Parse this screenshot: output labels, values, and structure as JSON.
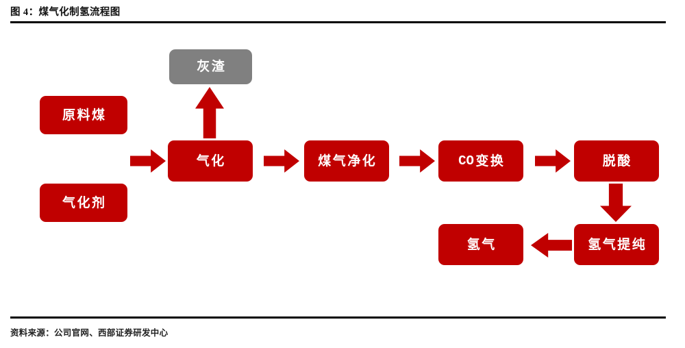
{
  "figure": {
    "title": "图 4：煤气化制氢流程图",
    "source": "资料来源：公司官网、西部证券研发中心"
  },
  "colors": {
    "process": "#C00000",
    "byproduct": "#808080",
    "rule": "#000000",
    "node_text": "#FFFFFF"
  },
  "diagram": {
    "type": "process-flow",
    "nodes": [
      {
        "id": "raw-coal",
        "label": "原料煤",
        "role": "input",
        "color": "#C00000"
      },
      {
        "id": "gasifier",
        "label": "气化剂",
        "role": "input",
        "color": "#C00000"
      },
      {
        "id": "gasify",
        "label": "气化",
        "role": "process",
        "color": "#C00000"
      },
      {
        "id": "ash",
        "label": "灰渣",
        "role": "byproduct",
        "color": "#808080"
      },
      {
        "id": "purify",
        "label": "煤气净化",
        "role": "process",
        "color": "#C00000"
      },
      {
        "id": "co-shift",
        "label": "CO变换",
        "role": "process",
        "color": "#C00000",
        "lead": "CO",
        "rest": "变换"
      },
      {
        "id": "deacid",
        "label": "脱酸",
        "role": "process",
        "color": "#C00000"
      },
      {
        "id": "h2-purify",
        "label": "氢气提纯",
        "role": "process",
        "color": "#C00000"
      },
      {
        "id": "hydrogen",
        "label": "氢气",
        "role": "output",
        "color": "#C00000"
      }
    ],
    "edges": [
      {
        "from": "raw-coal",
        "to": "gasify",
        "direction": "right"
      },
      {
        "from": "gasifier",
        "to": "gasify",
        "direction": "right"
      },
      {
        "from": "gasify",
        "to": "ash",
        "direction": "up"
      },
      {
        "from": "gasify",
        "to": "purify",
        "direction": "right"
      },
      {
        "from": "purify",
        "to": "co-shift",
        "direction": "right"
      },
      {
        "from": "co-shift",
        "to": "deacid",
        "direction": "right"
      },
      {
        "from": "deacid",
        "to": "h2-purify",
        "direction": "down"
      },
      {
        "from": "h2-purify",
        "to": "hydrogen",
        "direction": "left"
      }
    ]
  }
}
